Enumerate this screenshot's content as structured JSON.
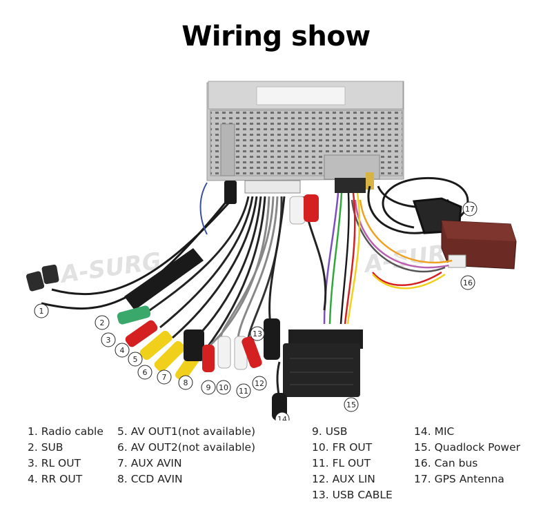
{
  "title": "Wiring show",
  "watermark": "A-SURG",
  "colors": {
    "red": "#d42020",
    "yellow": "#f0d01a",
    "white": "#f2f2f2",
    "green": "#3aa86b",
    "black": "#1a1a1a",
    "grey_metal": "#c9c9c9",
    "maroon_box": "#6b2a24"
  },
  "callouts": [
    "1",
    "2",
    "3",
    "4",
    "5",
    "6",
    "7",
    "8",
    "9",
    "10",
    "11",
    "12",
    "13",
    "14",
    "15",
    "16",
    "17"
  ],
  "legend": {
    "col1": [
      "1. Radio cable",
      "2. SUB",
      "3. RL OUT",
      "4. RR OUT"
    ],
    "col2": [
      "5. AV OUT1(not available)",
      "6. AV OUT2(not available)",
      "7. AUX AVIN",
      "8. CCD AVIN"
    ],
    "col3": [
      "9. USB",
      "10. FR OUT",
      "11. FL OUT",
      "12. AUX LIN",
      "13. USB CABLE"
    ],
    "col4": [
      "14. MIC",
      "15. Quadlock Power",
      "16. Can bus",
      "17. GPS Antenna"
    ]
  }
}
